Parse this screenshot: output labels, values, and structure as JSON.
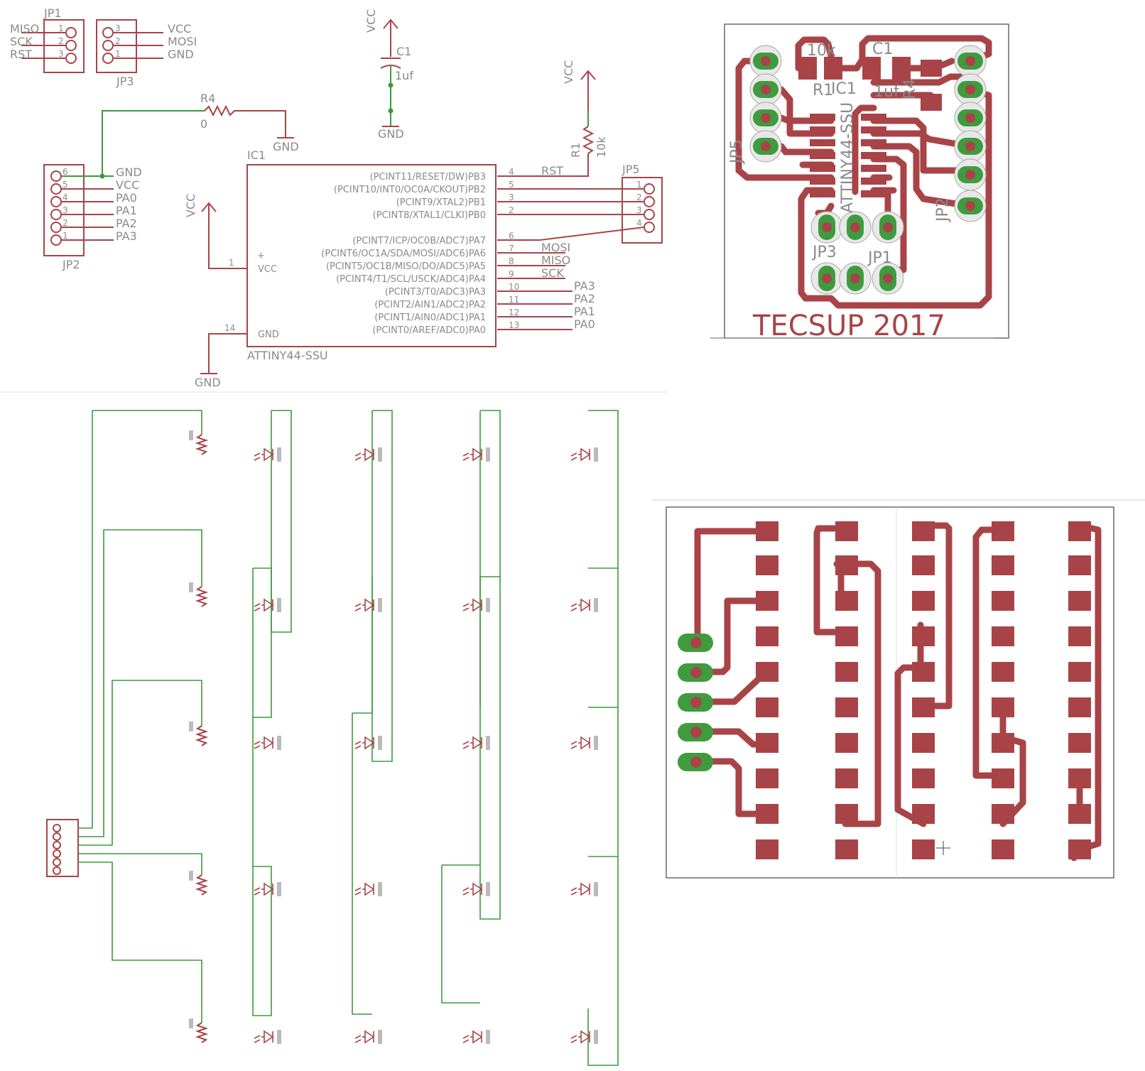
{
  "schematic": {
    "jp1": {
      "name": "JP1",
      "signals": [
        "MISO",
        "SCK",
        "RST"
      ],
      "pins": [
        "1",
        "2",
        "3"
      ]
    },
    "jp3": {
      "name": "JP3",
      "signals": [
        "VCC",
        "MOSI",
        "GND"
      ],
      "pins": [
        "3",
        "2",
        "1"
      ]
    },
    "c1": {
      "name": "C1",
      "value": "1uf",
      "top": "VCC",
      "bottom": "GND"
    },
    "r4": {
      "name": "R4",
      "value": "0",
      "gnd": "GND"
    },
    "r1": {
      "name": "R1",
      "value": "10k",
      "top": "VCC"
    },
    "jp2": {
      "name": "JP2",
      "pins": [
        "6",
        "5",
        "4",
        "3",
        "2",
        "1"
      ],
      "signals": [
        "GND",
        "VCC",
        "PA0",
        "PA1",
        "PA2",
        "PA3"
      ]
    },
    "ic1": {
      "name": "IC1",
      "part": "ATTINY44-SSU",
      "vcc_label": "VCC",
      "gnd_label": "GND",
      "vcc_pin": "1",
      "gnd_pin": "14",
      "vcc_net": "VCC",
      "gnd_net": "GND",
      "right_pins": [
        {
          "label": "(PCINT11/RESET/DW)PB3",
          "num": "4",
          "net": "RST"
        },
        {
          "label": "(PCINT10/INT0/OC0A/CKOUT)PB2",
          "num": "5",
          "net": ""
        },
        {
          "label": "(PCINT9/XTAL2)PB1",
          "num": "3",
          "net": ""
        },
        {
          "label": "(PCINT8/XTAL1/CLKI)PB0",
          "num": "2",
          "net": ""
        },
        {
          "label": "(PCINT7/ICP/OC0B/ADC7)PA7",
          "num": "6",
          "net": ""
        },
        {
          "label": "(PCINT6/OC1A/SDA/MOSI/ADC6)PA6",
          "num": "7",
          "net": "MOSI"
        },
        {
          "label": "(PCINT5/OC1B/MISO/DO/ADC5)PA5",
          "num": "8",
          "net": "MISO"
        },
        {
          "label": "(PCINT4/T1/SCL/USCK/ADC4)PA4",
          "num": "9",
          "net": "SCK"
        },
        {
          "label": "(PCINT3/T0/ADC3)PA3",
          "num": "10",
          "net": "PA3"
        },
        {
          "label": "(PCINT2/AIN1/ADC2)PA2",
          "num": "11",
          "net": "PA2"
        },
        {
          "label": "(PCINT1/AIN0/ADC1)PA1",
          "num": "12",
          "net": "PA1"
        },
        {
          "label": "(PCINT0/AREF/ADC0)PA0",
          "num": "13",
          "net": "PA0"
        }
      ]
    },
    "jp5": {
      "name": "JP5",
      "pins": [
        "1",
        "2",
        "3",
        "4"
      ]
    }
  },
  "pcb1": {
    "labels": [
      "10k",
      "C1",
      "R1",
      "IC1",
      "1uf",
      "R4",
      "JP5",
      "JP2",
      "JP3",
      "JP1",
      "ATTINY44-SSU"
    ],
    "title": "TECSUP  2017"
  },
  "colors": {
    "wire": "#a84448",
    "net": "#3b9b3b",
    "pad": "#3e9c3e",
    "text": "#8a8a8a"
  }
}
